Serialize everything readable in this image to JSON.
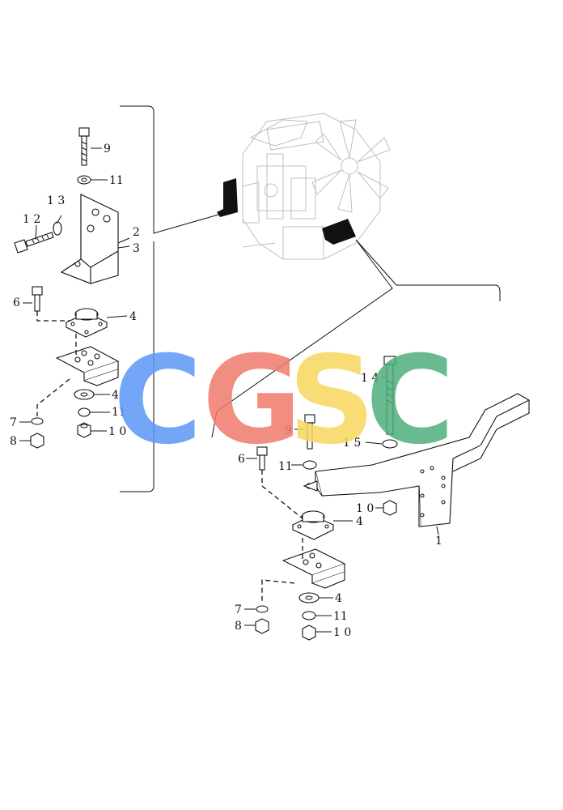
{
  "callouts": {
    "left": {
      "n9": "9",
      "n11a": "11",
      "n13": "1 3",
      "n12": "1 2",
      "n2": "2",
      "n3": "3",
      "n6": "6",
      "n4a": "4",
      "n4b": "4",
      "n11b": "11",
      "n10": "1 0",
      "n7": "7",
      "n8": "8"
    },
    "right": {
      "n14": "1 4",
      "n9": "9",
      "n15": "1 5",
      "n6": "6",
      "n11a": "11",
      "n10a": "1 0",
      "n4a": "4",
      "n1": "1",
      "n4b": "4",
      "n7": "7",
      "n11b": "11",
      "n8": "8",
      "n10b": "1 0"
    }
  },
  "watermark": {
    "letters": [
      "C",
      "G",
      "S",
      "C"
    ],
    "colors": [
      "#5b97f5",
      "#f07a6c",
      "#f7d860",
      "#4fae7c"
    ]
  }
}
